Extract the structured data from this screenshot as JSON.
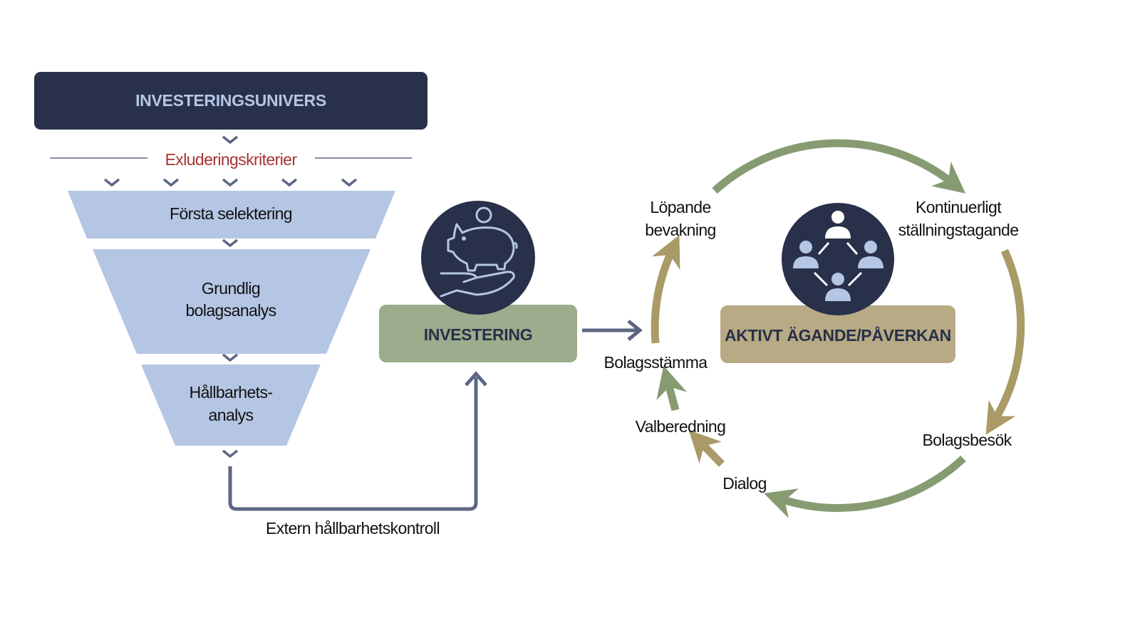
{
  "funnel": {
    "header": "INVESTERINGSUNIVERS",
    "exclusion": "Exluderingskriterier",
    "stage1": "Första selektering",
    "stage2_line1": "Grundlig",
    "stage2_line2": "bolagsanalys",
    "stage3_line1": "Hållbarhets-",
    "stage3_line2": "analys",
    "feedback": "Extern hållbarhetskontroll"
  },
  "investment": {
    "label": "INVESTERING",
    "icon": "piggy-bank-hand-icon"
  },
  "ownership": {
    "label": "AKTIVT ÄGANDE/PÅVERKAN",
    "icon": "people-network-icon",
    "cycle": {
      "lopande_1": "Löpande",
      "lopande_2": "bevakning",
      "kont_1": "Kontinuerligt",
      "kont_2": "ställningstagande",
      "besok": "Bolagsbesök",
      "dialog": "Dialog",
      "valberedning": "Valberedning",
      "stamma": "Bolagsstämma"
    }
  },
  "colors": {
    "navy": "#28304a",
    "light_blue": "#b4c6e4",
    "red": "#a83232",
    "green_box": "#9bad8c",
    "tan_box": "#b7aa84",
    "green_arrow": "#869b72",
    "tan_arrow": "#a99a68",
    "gray_arrow": "#5c6684"
  }
}
